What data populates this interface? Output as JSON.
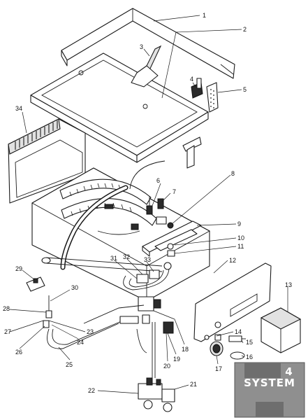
{
  "callouts": [
    {
      "label": "1"
    },
    {
      "label": "2"
    },
    {
      "label": "3"
    },
    {
      "label": "4"
    },
    {
      "label": "5"
    },
    {
      "label": "6"
    },
    {
      "label": "7"
    },
    {
      "label": "8"
    },
    {
      "label": "9"
    },
    {
      "label": "10"
    },
    {
      "label": "11"
    },
    {
      "label": "12"
    },
    {
      "label": "13"
    },
    {
      "label": "14"
    },
    {
      "label": "15"
    },
    {
      "label": "16"
    },
    {
      "label": "17"
    },
    {
      "label": "18"
    },
    {
      "label": "19"
    },
    {
      "label": "20"
    },
    {
      "label": "21"
    },
    {
      "label": "22"
    },
    {
      "label": "23"
    },
    {
      "label": "24"
    },
    {
      "label": "25"
    },
    {
      "label": "26"
    },
    {
      "label": "27"
    },
    {
      "label": "28"
    },
    {
      "label": "29"
    },
    {
      "label": "30"
    },
    {
      "label": "31"
    },
    {
      "label": "32"
    },
    {
      "label": "33"
    },
    {
      "label": "34"
    }
  ],
  "watermark": {
    "text": "SYSTEM",
    "digit": "4"
  },
  "colors": {
    "line": "#1a1a1a",
    "logo_bg": "#8f8f8f",
    "logo_text": "#ffffff"
  }
}
